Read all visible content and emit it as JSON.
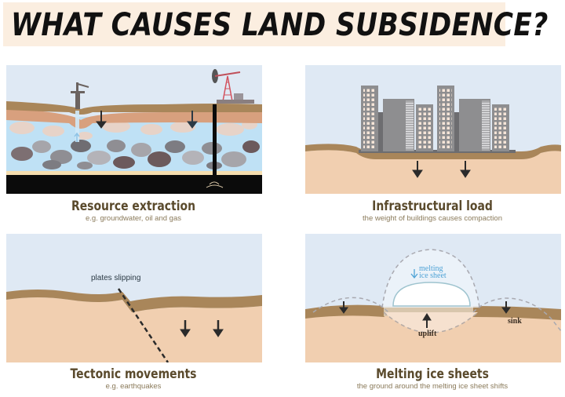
{
  "title": "WHAT CAUSES LAND SUBSIDENCE?",
  "colors": {
    "title_background": "#fbeee0",
    "sky": "#dfe9f4",
    "topsoil": "#a9865a",
    "soil": "#f1cfb0",
    "clay_band": "#d8a07e",
    "water": "#bfe1f5",
    "rocks": "#8f8e93",
    "sand": "#f6dfb0",
    "oil": "#0b0b0b",
    "building": "#8e8e90",
    "arrow": "#2b2b2b",
    "ice_label": "#4fa3d6",
    "caption_title": "#5a4a2c",
    "caption_sub": "#8a7a5a"
  },
  "panels": [
    {
      "id": "resource-extraction",
      "title": "Resource extraction",
      "subtitle": "e.g. groundwater, oil and gas",
      "icons": [
        "water-pump-icon",
        "oil-pumpjack-icon",
        "down-arrow-icon",
        "down-arrow-icon",
        "up-arrow-icon"
      ]
    },
    {
      "id": "infrastructural-load",
      "title": "Infrastructural load",
      "subtitle": "the weight of buildings causes compaction",
      "icons": [
        "buildings-icon",
        "down-arrow-icon",
        "down-arrow-icon"
      ]
    },
    {
      "id": "tectonic-movements",
      "title": "Tectonic movements",
      "subtitle": "e.g. earthquakes",
      "labels": {
        "fault": "plates slipping"
      },
      "icons": [
        "fault-line-icon",
        "down-arrow-icon",
        "down-arrow-icon"
      ]
    },
    {
      "id": "melting-ice-sheets",
      "title": "Melting ice sheets",
      "subtitle": "the ground around the melting ice sheet shifts",
      "labels": {
        "ice_line1": "melting",
        "ice_line2": "ice sheet",
        "uplift": "uplift",
        "sink": "sink"
      },
      "icons": [
        "ice-sheet-icon",
        "up-arrow-icon",
        "down-arrow-icon",
        "down-arrow-icon"
      ]
    }
  ]
}
